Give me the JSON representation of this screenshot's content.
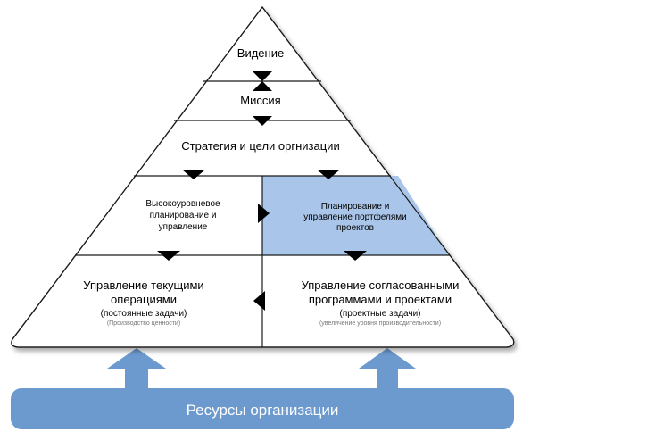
{
  "pyramid": {
    "vision": "Видение",
    "mission": "Миссия",
    "strategy": "Стратегия и цели оргнизации",
    "high_level": {
      "line1": "Высокоуровневое",
      "line2": "планирование и",
      "line3": "управление"
    },
    "portfolio": {
      "line1": "Планирование и",
      "line2": "управление портфелями",
      "line3": "проектов"
    },
    "operations": {
      "line1": "Управление текущими",
      "line2": "операциями",
      "line3": "(постоянные задачи)",
      "line4": "(Производство ценности)"
    },
    "programs": {
      "line1": "Управление согласованными",
      "line2": "программами и проектами",
      "line3": "(проектные задачи)",
      "line4": "(увеличение уровня производительности)"
    }
  },
  "base": {
    "label": "Ресурсы организации"
  },
  "colors": {
    "portfolio_fill": "#a9c6ea",
    "base_fill": "#6c9acf",
    "pyramid_fill": "#ffffff",
    "arrow_fill": "#000000"
  }
}
